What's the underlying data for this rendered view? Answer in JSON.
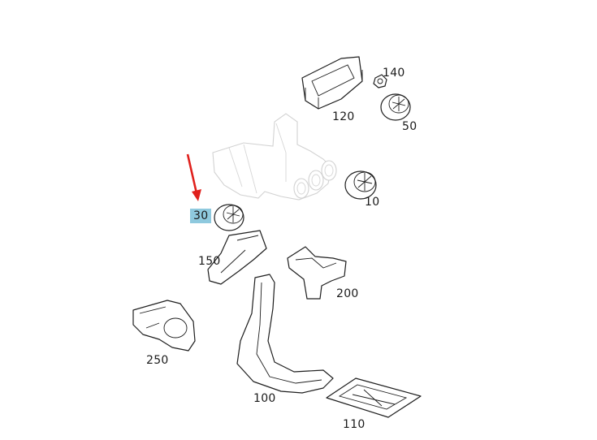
{
  "diagram": {
    "highlight_color": "#8ec9de",
    "arrow_color": "#e0201c",
    "highlighted_part": "30",
    "callouts": {
      "p10": "10",
      "p30": "30",
      "p50": "50",
      "p100": "100",
      "p110": "110",
      "p120": "120",
      "p140": "140",
      "p150": "150",
      "p200": "200",
      "p250": "250"
    }
  }
}
